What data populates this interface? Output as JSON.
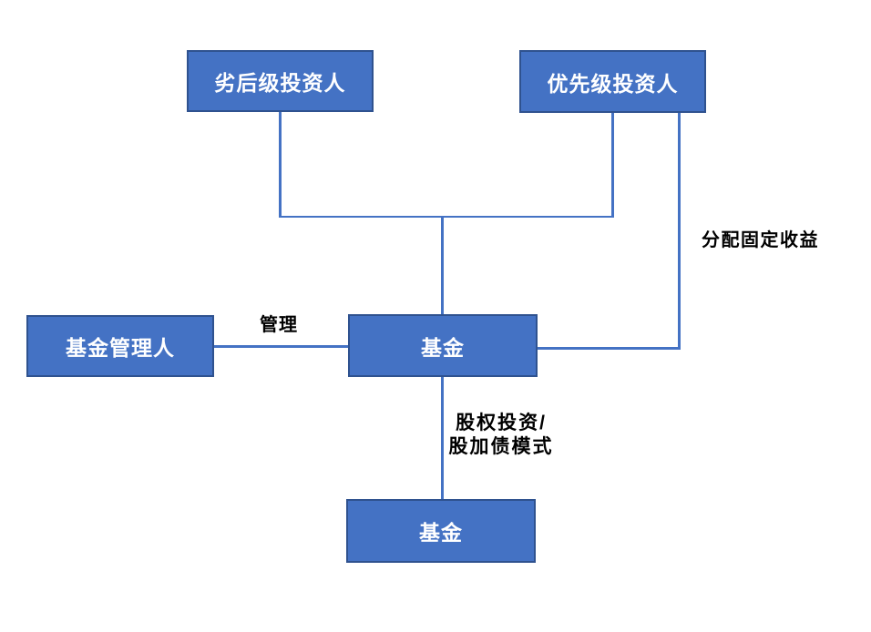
{
  "diagram": {
    "title": "fund-structure-diagram",
    "colors": {
      "box_fill": "#4472C4",
      "box_border": "#2F528F",
      "connector_line": "#4472C4",
      "box_text": "#FFFFFF",
      "label_text": "#000000",
      "background": "#FFFFFF"
    },
    "nodes": [
      {
        "id": "subordinated-investor",
        "label": "劣后级投资人"
      },
      {
        "id": "senior-investor",
        "label": "优先级投资人"
      },
      {
        "id": "fund-manager",
        "label": "基金管理人"
      },
      {
        "id": "fund-middle",
        "label": "基金"
      },
      {
        "id": "fund-bottom",
        "label": "基金"
      }
    ],
    "edge_labels": [
      {
        "id": "manage",
        "text": "管理"
      },
      {
        "id": "distribute-fixed-income",
        "text": "分配固定收益"
      },
      {
        "id": "equity-investment-mode",
        "text": "股权投资/\n股加债模式"
      }
    ],
    "edges": [
      {
        "from": "subordinated-investor",
        "to": "fund-middle",
        "label": ""
      },
      {
        "from": "senior-investor",
        "to": "fund-middle",
        "label": ""
      },
      {
        "from": "fund-manager",
        "to": "fund-middle",
        "label": "管理"
      },
      {
        "from": "senior-investor",
        "to": "fund-middle",
        "label": "分配固定收益"
      },
      {
        "from": "fund-middle",
        "to": "fund-bottom",
        "label": "股权投资/股加债模式"
      }
    ]
  }
}
